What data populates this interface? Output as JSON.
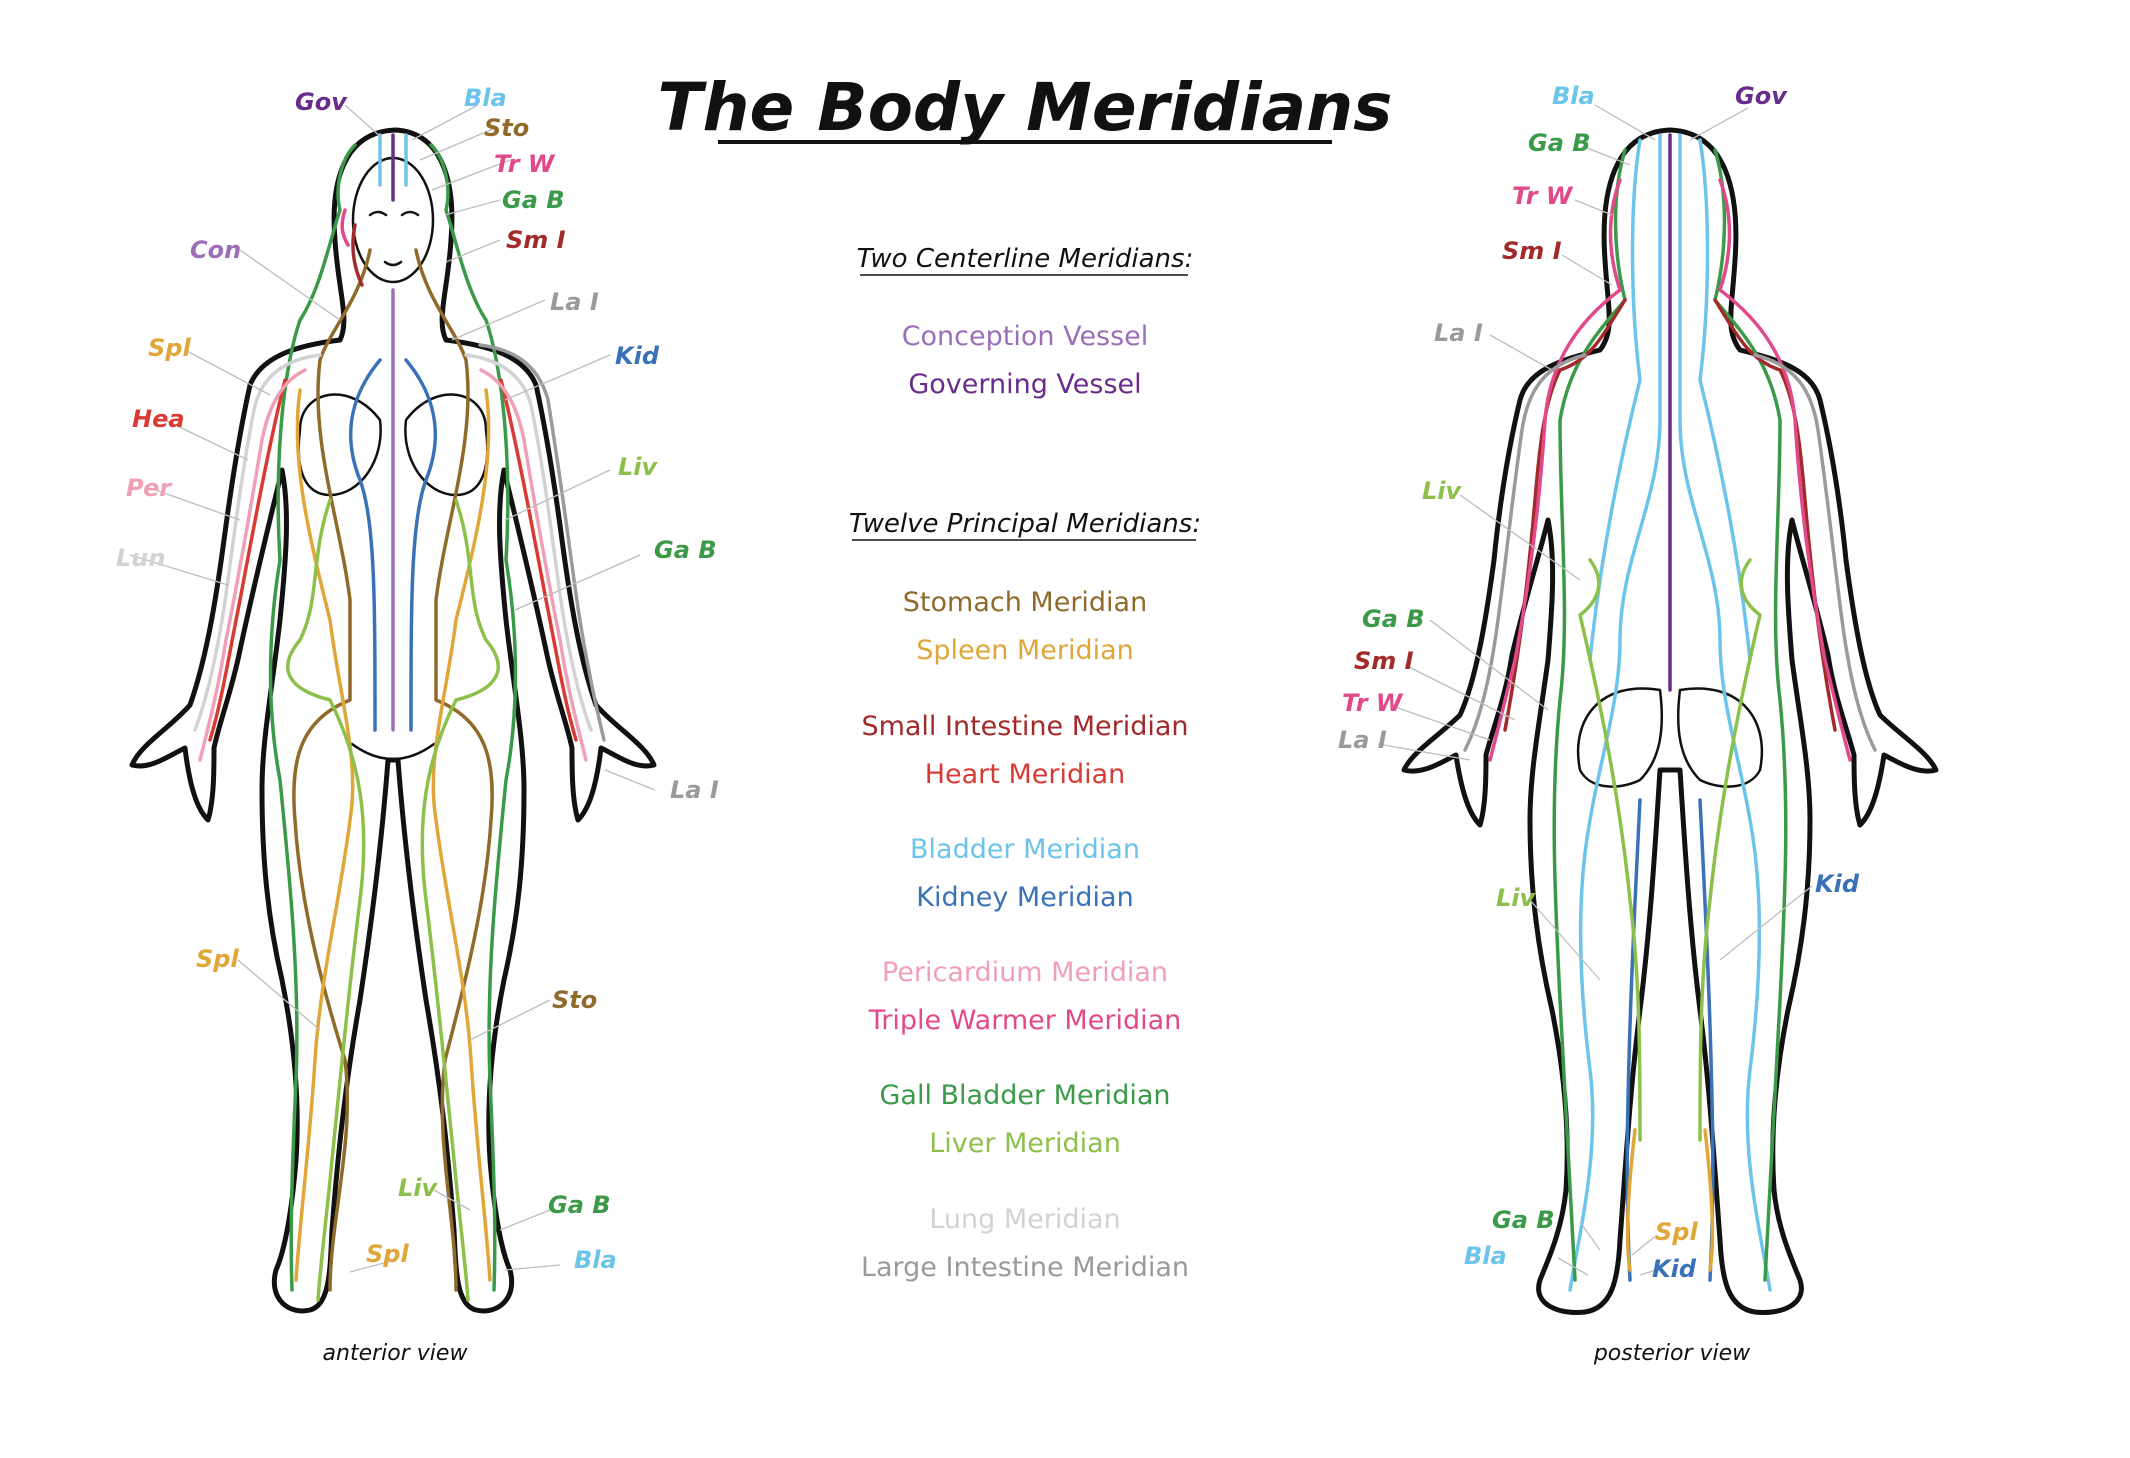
{
  "title": "The Body Meridians",
  "subheadings": {
    "centerline": "Two Centerline Meridians:",
    "principal": "Twelve Principal Meridians:"
  },
  "legend": {
    "conception": "Conception Vessel",
    "governing": "Governing Vessel",
    "stomach": "Stomach Meridian",
    "spleen": "Spleen Meridian",
    "small_intestine": "Small Intestine Meridian",
    "heart": "Heart Meridian",
    "bladder": "Bladder Meridian",
    "kidney": "Kidney Meridian",
    "pericardium": "Pericardium Meridian",
    "triple_warmer": "Triple Warmer Meridian",
    "gall_bladder": "Gall Bladder Meridian",
    "liver": "Liver Meridian",
    "lung": "Lung Meridian",
    "large_intestine": "Large Intestine Meridian"
  },
  "colors": {
    "conception": "#9b6fb8",
    "governing": "#6a2c8a",
    "stomach": "#8f6a2a",
    "spleen": "#e0a638",
    "small_intestine": "#a32a2a",
    "heart": "#d93a34",
    "bladder": "#6cc4ea",
    "kidney": "#3a72b8",
    "pericardium": "#f0a0b6",
    "triple_warmer": "#e0498a",
    "gall_bladder": "#3a9a48",
    "liver": "#8cc04a",
    "lung": "#d2d2d2",
    "large_intestine": "#9a9a9a",
    "outline": "#111111"
  },
  "anterior": {
    "caption": "anterior view",
    "labels": {
      "gov": "Gov",
      "bla_top": "Bla",
      "sto_top": "Sto",
      "trw": "Tr W",
      "gab_head": "Ga B",
      "smi": "Sm I",
      "con": "Con",
      "lai_shoulder": "La I",
      "spl_chest": "Spl",
      "kid": "Kid",
      "hea": "Hea",
      "liv_torso": "Liv",
      "per": "Per",
      "gab_torso": "Ga B",
      "lun": "Lun",
      "lai_hand": "La I",
      "spl_leg": "Spl",
      "sto_leg": "Sto",
      "liv_foot": "Liv",
      "gab_foot": "Ga B",
      "spl_foot": "Spl",
      "bla_foot": "Bla"
    }
  },
  "posterior": {
    "caption": "posterior view",
    "labels": {
      "bla_top": "Bla",
      "gov": "Gov",
      "gab_head": "Ga B",
      "trw_head": "Tr W",
      "smi_head": "Sm I",
      "lai_shoulder": "La I",
      "liv_torso": "Liv",
      "gab_hip": "Ga B",
      "smi_hand": "Sm I",
      "trw_hand": "Tr W",
      "lai_hand": "La I",
      "liv_leg": "Liv",
      "kid_leg": "Kid",
      "gab_foot": "Ga B",
      "spl_foot": "Spl",
      "bla_foot": "Bla",
      "kid_foot": "Kid"
    }
  }
}
